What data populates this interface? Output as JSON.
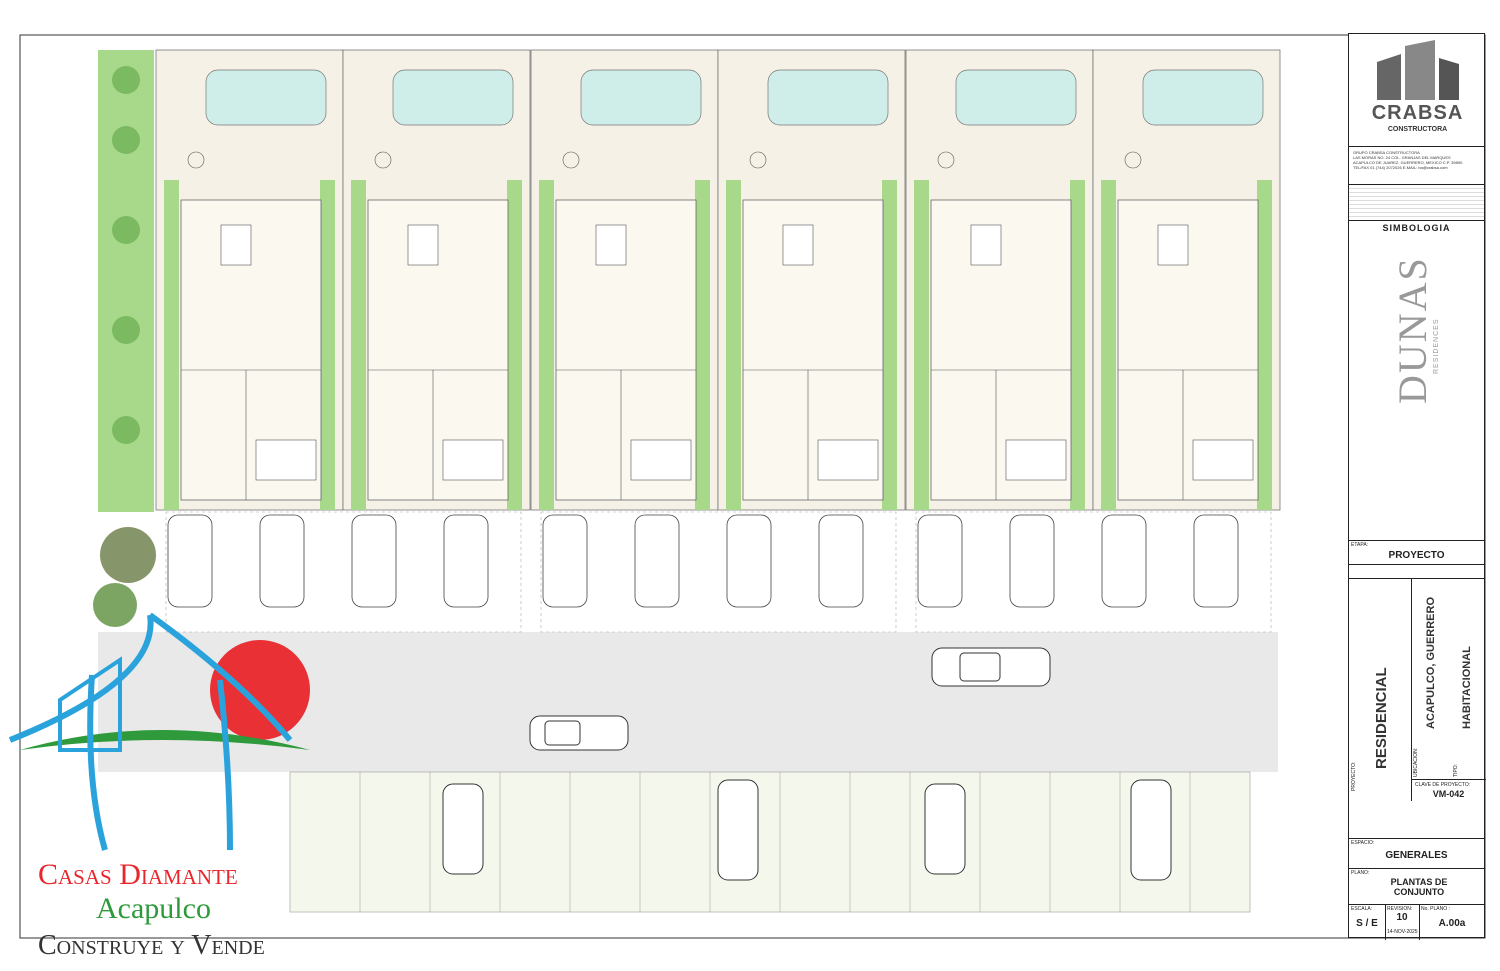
{
  "company": {
    "name": "CRABSA",
    "subtitle": "CONSTRUCTORA",
    "info_lines": [
      "GRUPO CRABSA CONSTRUCTORA",
      "LAS MORAS NO. 24 COL. GRANJAS DEL MARQUES",
      "ACAPULCO DE JUAREZ, GUERRERO, MEXICO C.P. 39890",
      "TEL/FAX 01 (744) 2072026 E-MAIL: ba@crabsa.com"
    ]
  },
  "legend_heading": "SIMBOLOGIA",
  "brand": {
    "name": "DUNAS",
    "sub": "RESIDENCES"
  },
  "title_block": {
    "etapa_label": "ETAPA:",
    "etapa_value": "PROYECTO",
    "proyecto_label": "PROYECTO:",
    "proyecto_value": "RESIDENCIAL",
    "ubicacion_label": "UBICACION:",
    "ubicacion_value": "ACAPULCO, GUERRERO",
    "tipo_label": "TIPO:",
    "tipo_value": "HABITACIONAL",
    "clave_label": "CLAVE DE PROYECTO:",
    "clave_value": "VM-042",
    "espacio_label": "ESPACIO:",
    "espacio_value": "GENERALES",
    "plano_label": "PLANO:",
    "plano_value": "PLANTAS DE CONJUNTO",
    "escala_label": "ESCALA:",
    "escala_value": "S / E",
    "revision_label": "REVISION:",
    "revision_value": "10",
    "fecha_value": "14-NOV-2025",
    "no_plano_label": "No. PLANO :",
    "no_plano_value": "A.00a"
  },
  "watermark": {
    "line1": "Casas Diamante",
    "line2": "Acapulco",
    "line3": "Construye y Vende"
  },
  "colors": {
    "grass": "#a8d88a",
    "pool": "#cfeee9",
    "floor": "#f6f1e6",
    "road": "#e9e9e9",
    "logo_blue": "#2aa3dd",
    "logo_red": "#e8262b",
    "logo_green": "#2e9a3b"
  }
}
